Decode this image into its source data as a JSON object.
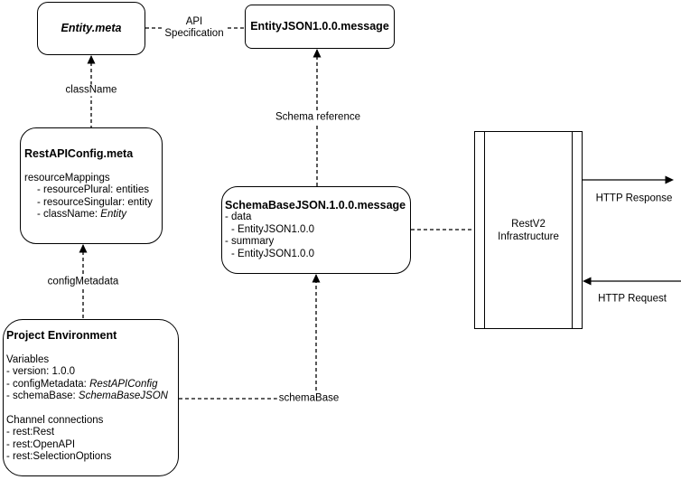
{
  "diagram": {
    "colors": {
      "stroke": "#000000",
      "background": "#ffffff"
    },
    "nodes": {
      "entity_meta": {
        "title": "Entity.meta"
      },
      "entity_json_message": {
        "title": "EntityJSON1.0.0.message"
      },
      "rest_api_config": {
        "title": "RestAPIConfig.meta",
        "section": "resourceMappings",
        "item1": "- resourcePlural: entities",
        "item2": "- resourceSingular: entity",
        "item3_label": "- className: ",
        "item3_value": "Entity"
      },
      "schema_base_json": {
        "title": "SchemaBaseJSON.1.0.0.message",
        "item1": "- data",
        "item2": "- EntityJSON1.0.0",
        "item3": "- summary",
        "item4": "- EntityJSON1.0.0"
      },
      "project_environment": {
        "title": "Project Environment",
        "section1": "Variables",
        "var1": "- version: 1.0.0",
        "var2_label": "- configMetadata: ",
        "var2_value": "RestAPIConfig",
        "var3_label": "- schemaBase: ",
        "var3_value": "SchemaBaseJSON",
        "section2": "Channel connections",
        "chan1": "- rest:Rest",
        "chan2": "- rest:OpenAPI",
        "chan3": "- rest:SelectionOptions"
      },
      "restv2_infrastructure": {
        "line1": "RestV2",
        "line2": "Infrastructure"
      }
    },
    "edge_labels": {
      "api_specification_line1": "API",
      "api_specification_line2": "Specification",
      "class_name": "className",
      "schema_reference": "Schema reference",
      "config_metadata": "configMetadata",
      "schema_base": "schemaBase",
      "http_response": "HTTP Response",
      "http_request": "HTTP Request"
    }
  }
}
